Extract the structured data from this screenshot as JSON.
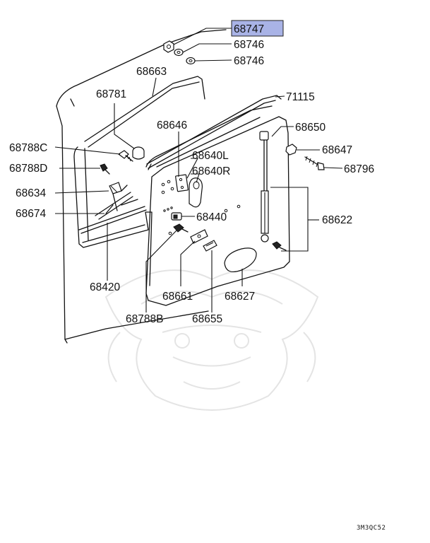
{
  "highlight_color": "#a9b3e6",
  "watermark_icon": "samurai-mask-watermark",
  "diagram_code": "3M3QC52",
  "callouts": {
    "p68747": "68747",
    "p68746a": "68746",
    "p68746b": "68746",
    "p68663": "68663",
    "p68781": "68781",
    "p71115": "71115",
    "p68646": "68646",
    "p68650": "68650",
    "p68788C": "68788C",
    "p68647": "68647",
    "p68640L": "68640L",
    "p68788D": "68788D",
    "p68796": "68796",
    "p68640R": "68640R",
    "p68634": "68634",
    "p68674": "68674",
    "p68440": "68440",
    "p68622": "68622",
    "p68420": "68420",
    "p68661": "68661",
    "p68627": "68627",
    "p68788B": "68788B",
    "p68655": "68655"
  }
}
